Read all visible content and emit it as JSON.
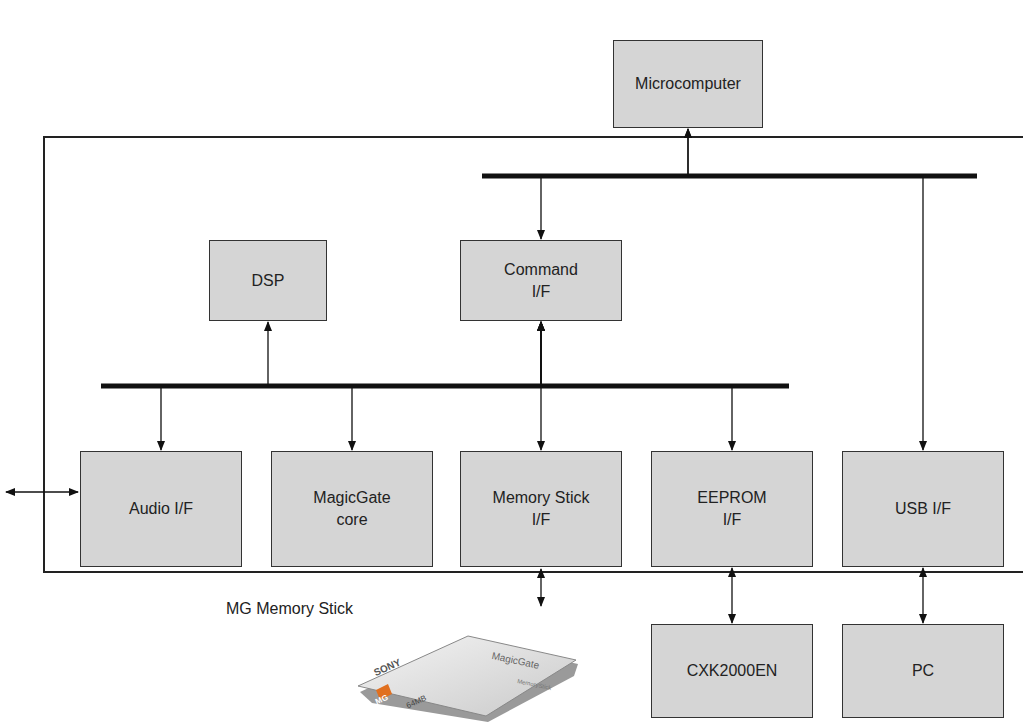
{
  "diagram": {
    "nodes": [
      {
        "text": [
          "Microcomputer"
        ]
      },
      {
        "text": [
          "DSP"
        ]
      },
      {
        "text": [
          "Command I/F"
        ]
      },
      {
        "text": [
          "Audio I/F"
        ]
      },
      {
        "text": [
          "MagicGate core"
        ]
      },
      {
        "text": [
          "Memory Stick I/F"
        ]
      },
      {
        "text": [
          "EEPROM I/F"
        ]
      },
      {
        "text": [
          "USB I/F"
        ]
      },
      {
        "text": [
          "CXK2000EN"
        ]
      },
      {
        "text": [
          "PC"
        ]
      }
    ],
    "edges": [
      {
        "from": 0,
        "to": 2,
        "arrow": "both"
      },
      {
        "from": 0,
        "to": 7,
        "arrow": "both"
      },
      {
        "from": 2,
        "to": 1,
        "arrow": "both"
      },
      {
        "from": 2,
        "to": 3,
        "arrow": "both"
      },
      {
        "from": 2,
        "to": 4,
        "arrow": "both"
      },
      {
        "from": 2,
        "to": 5,
        "arrow": "both"
      },
      {
        "from": 2,
        "to": 6,
        "arrow": "both"
      },
      {
        "from": 6,
        "to": 8,
        "arrow": "both"
      },
      {
        "from": 7,
        "to": 9,
        "arrow": "both"
      }
    ],
    "labels": [
      "MG Memory Stick",
      "SONY",
      "MagicGate",
      "MG",
      "64MB",
      "MemoryStick"
    ]
  }
}
